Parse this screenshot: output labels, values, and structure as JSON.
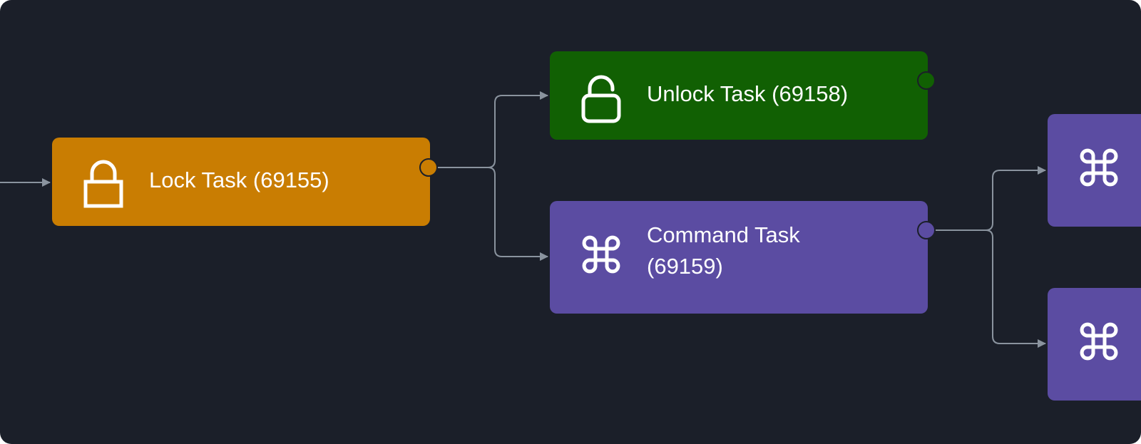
{
  "canvas": {
    "background": "#1b1f29",
    "edge_color": "#8a939e"
  },
  "nodes": {
    "lock": {
      "label": "Lock Task (69155)",
      "icon": "lock-icon",
      "color": "#c97d02"
    },
    "unlock": {
      "label": "Unlock Task (69158)",
      "icon": "unlock-icon",
      "color": "#116003"
    },
    "command": {
      "label": "Command Task (69159)",
      "icon": "command-icon",
      "color": "#5b4ca2"
    },
    "right_top": {
      "icon": "command-icon",
      "color": "#5b4ca2"
    },
    "right_bottom": {
      "icon": "command-icon",
      "color": "#5b4ca2"
    }
  }
}
